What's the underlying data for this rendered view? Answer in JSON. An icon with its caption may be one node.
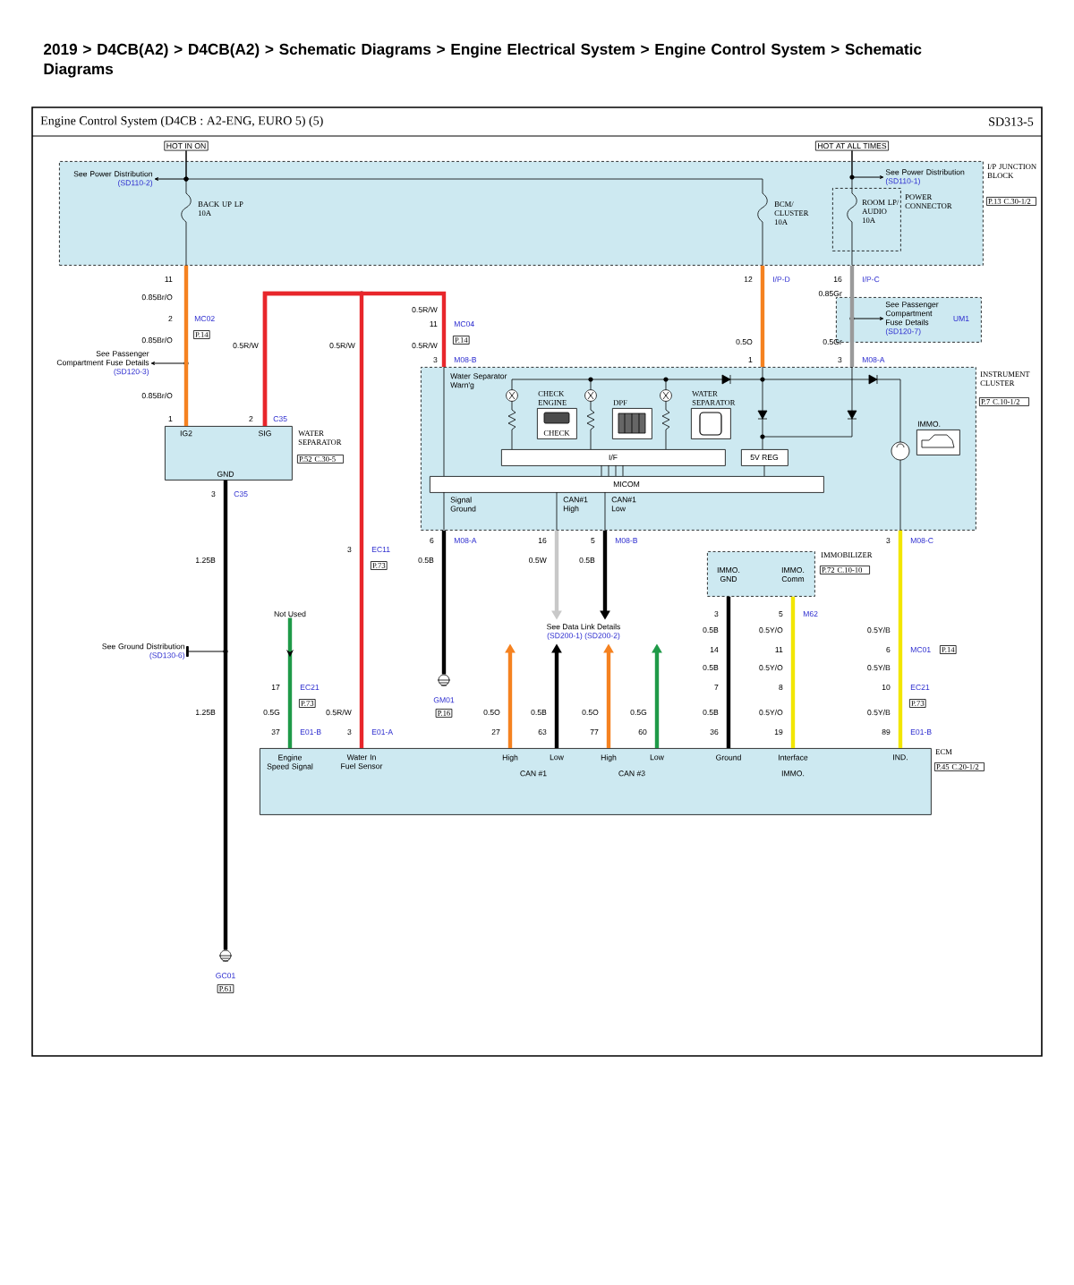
{
  "diagram": {
    "title": "2019 > D4CB(A2) > D4CB(A2) > Schematic Diagrams > Engine Electrical System > Engine Control System > Schematic Diagrams",
    "nodes": [
      {
        "text": [
          "HOT IN ON"
        ]
      },
      {
        "text": [
          "HOT AT ALL TIMES"
        ]
      },
      {
        "text": [
          "I/P JUNCTION BLOCK"
        ],
        "beside": [
          "P.13 C.30-1/2"
        ]
      },
      {
        "text": [
          "ROOM LP/ AUDIO 10A",
          "POWER CONNECTOR"
        ],
        "in": 2
      },
      {
        "text": [
          "IG2",
          "SIG",
          "GND"
        ],
        "beside": [
          "WATER SEPARATOR",
          "P.52 C.30-5"
        ]
      },
      {
        "text": [
          "Water Separator Warn'g",
          "Signal Ground",
          "CAN#1 High",
          "CAN#1 Low"
        ],
        "beside": [
          "INSTRUMENT CLUSTER",
          "P.7 C.10-1/2"
        ]
      },
      {
        "text": [
          "CHECK ENGINE",
          "CHECK"
        ],
        "in": 5
      },
      {
        "text": [
          "DPF"
        ],
        "in": 5
      },
      {
        "text": [
          "WATER SEPARATOR"
        ],
        "in": 5
      },
      {
        "text": [
          "I/F"
        ],
        "in": 5
      },
      {
        "text": [
          "5V REG"
        ],
        "in": 5
      },
      {
        "text": [
          "MICOM"
        ],
        "in": 5
      },
      {
        "text": [
          "IMMO."
        ],
        "in": 5
      },
      {
        "text": [
          "IMMO. GND",
          "IMMO. Comm"
        ],
        "beside": [
          "IMMOBILIZER",
          "P.72 C.10-10"
        ]
      },
      {
        "text": [
          "Engine Speed Signal",
          "Water In Fuel Sensor",
          "High",
          "Low",
          "CAN #1",
          "High",
          "Low",
          "CAN #3",
          "Ground",
          "Interface",
          "IMMO.",
          "IND."
        ],
        "beside": [
          "ECM",
          "P.45 C.20-1/2"
        ]
      },
      {
        "text": [
          "GC01",
          "P.61"
        ]
      },
      {
        "text": [
          "GM01",
          "P.16"
        ]
      },
      {
        "text": [
          "See Data Link Details",
          "(SD200-1) (SD200-2)"
        ]
      },
      {
        "text": [
          "Not Used"
        ]
      },
      {
        "text": [
          "See Passenger Compartment Fuse Details",
          "(SD120-3)"
        ]
      },
      {
        "text": [
          "See Ground Distribution",
          "(SD130-6)"
        ]
      },
      {
        "text": [
          "See Power Distribution",
          "(SD110-2)"
        ],
        "in": 2
      },
      {
        "text": [
          "See Power Distribution",
          "(SD110-1)"
        ],
        "in": 2
      },
      {
        "text": [
          "UM1"
        ]
      },
      {
        "text": [
          "See Passenger Compartment Fuse Details",
          "(SD120-7)"
        ],
        "in": 23
      }
    ],
    "edges": [
      {
        "from": 0,
        "to": 2,
        "arrow": "none"
      },
      {
        "from": 1,
        "to": 2,
        "arrow": "none"
      },
      {
        "from": 2,
        "to": 4,
        "arrow": "none",
        "color": "#f58220"
      },
      {
        "from": 2,
        "to": 5,
        "arrow": "none",
        "color": "#f58220"
      },
      {
        "from": 2,
        "to": 5,
        "arrow": "none",
        "color": "#9a9a9a"
      },
      {
        "from": 4,
        "to": 5,
        "arrow": "none",
        "color": "#e8262b"
      },
      {
        "from": 4,
        "to": 14,
        "arrow": "none",
        "color": "#e8262b"
      },
      {
        "from": 4,
        "to": 15,
        "arrow": "none"
      },
      {
        "from": 5,
        "to": 16,
        "arrow": "none"
      },
      {
        "from": 5,
        "to": 17,
        "arrow": "to",
        "color": "#c8c8c8"
      },
      {
        "from": 5,
        "to": 17,
        "arrow": "to"
      },
      {
        "from": 14,
        "to": 17,
        "arrow": "to",
        "color": "#f58220"
      },
      {
        "from": 14,
        "to": 17,
        "arrow": "to"
      },
      {
        "from": 14,
        "to": 17,
        "arrow": "to",
        "color": "#f58220"
      },
      {
        "from": 14,
        "to": 17,
        "arrow": "to",
        "color": "#1f9a48"
      },
      {
        "from": 13,
        "to": 14,
        "arrow": "none"
      },
      {
        "from": 13,
        "to": 14,
        "arrow": "none",
        "color": "#f2e600"
      },
      {
        "from": 5,
        "to": 14,
        "arrow": "none",
        "color": "#f2e600"
      },
      {
        "from": 18,
        "to": 14,
        "arrow": "to",
        "color": "#1f9a48"
      },
      {
        "from": 2,
        "to": 19,
        "arrow": "to"
      },
      {
        "from": 4,
        "to": 20,
        "arrow": "other"
      },
      {
        "from": 0,
        "to": 21,
        "arrow": "to"
      },
      {
        "from": 1,
        "to": 22,
        "arrow": "to"
      },
      {
        "from": 2,
        "to": 24,
        "arrow": "to"
      }
    ],
    "labels": [
      "Engine Control System (D4CB : A2-ENG, EURO 5) (5)",
      "SD313-5",
      "BACK UP LP 10A",
      "BCM/ CLUSTER 10A",
      "11",
      "0.85Br/O",
      "2",
      "MC02",
      "P.14",
      "0.85Br/O",
      "0.85Br/O",
      "1",
      "2",
      "C35",
      "0.5R/W",
      "0.5R/W",
      "0.5R/W",
      "11",
      "MC04",
      "P.14",
      "0.5R/W",
      "3",
      "M08-B",
      "12",
      "I/P-D",
      "0.5O",
      "1",
      "16",
      "I/P-C",
      "0.85Gr",
      "0.5Gr",
      "3",
      "M08-A",
      "3",
      "C35",
      "1.25B",
      "1.25B",
      "3",
      "EC11",
      "P.73",
      "6",
      "M08-A",
      "0.5B",
      "16",
      "0.5W",
      "5",
      "M08-B",
      "0.5B",
      "3",
      "M08-C",
      "3",
      "5",
      "M62",
      "0.5B",
      "0.5Y/O",
      "0.5Y/B",
      "14",
      "11",
      "6",
      "MC01",
      "P.14",
      "0.5B",
      "0.5Y/O",
      "0.5Y/B",
      "7",
      "8",
      "10",
      "EC21",
      "P.73",
      "0.5B",
      "0.5Y/O",
      "0.5Y/B",
      "17",
      "EC21",
      "P.73",
      "0.5G",
      "0.5R/W",
      "0.5O",
      "0.5B",
      "0.5O",
      "0.5G",
      "37",
      "E01-B",
      "3",
      "E01-A",
      "27",
      "63",
      "77",
      "60",
      "36",
      "19",
      "89",
      "E01-B"
    ]
  }
}
